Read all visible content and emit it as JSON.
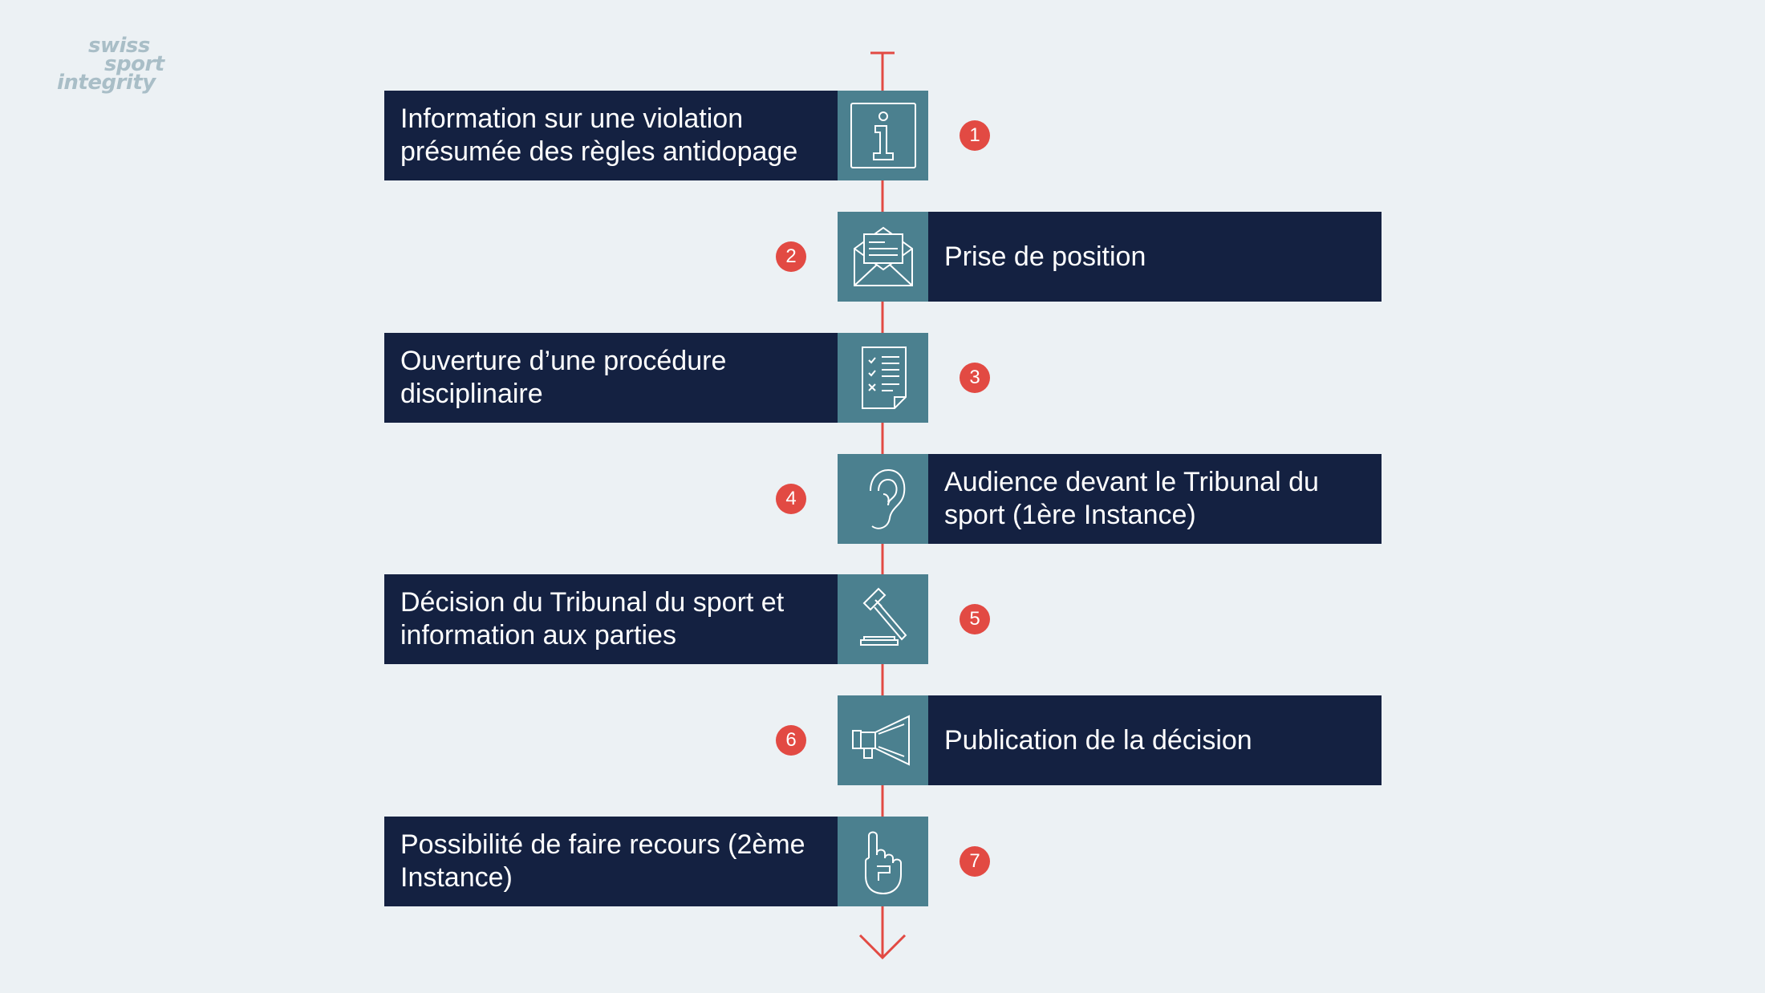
{
  "logo": {
    "line1": "swiss",
    "line2": "sport",
    "line3": "integrity"
  },
  "colors": {
    "box": "#142141",
    "icon_box": "#4b808f",
    "badge": "#e24a43",
    "axis": "#e24a43",
    "background": "#ecf1f4"
  },
  "steps": [
    {
      "number": "1",
      "label": "Information sur une violation présumée des règles antidopage",
      "icon": "info-icon"
    },
    {
      "number": "2",
      "label": "Prise de position",
      "icon": "envelope-letter-icon"
    },
    {
      "number": "3",
      "label": "Ouverture d’une procédure disciplinaire",
      "icon": "checklist-document-icon"
    },
    {
      "number": "4",
      "label": "Audience devant le Tribunal du sport (1ère Instance)",
      "icon": "ear-icon"
    },
    {
      "number": "5",
      "label": "Décision du Tribunal du sport et information aux parties",
      "icon": "gavel-icon"
    },
    {
      "number": "6",
      "label": "Publication de la décision",
      "icon": "megaphone-icon"
    },
    {
      "number": "7",
      "label": "Possibilité de faire recours (2ème Instance)",
      "icon": "pointing-hand-icon"
    }
  ]
}
